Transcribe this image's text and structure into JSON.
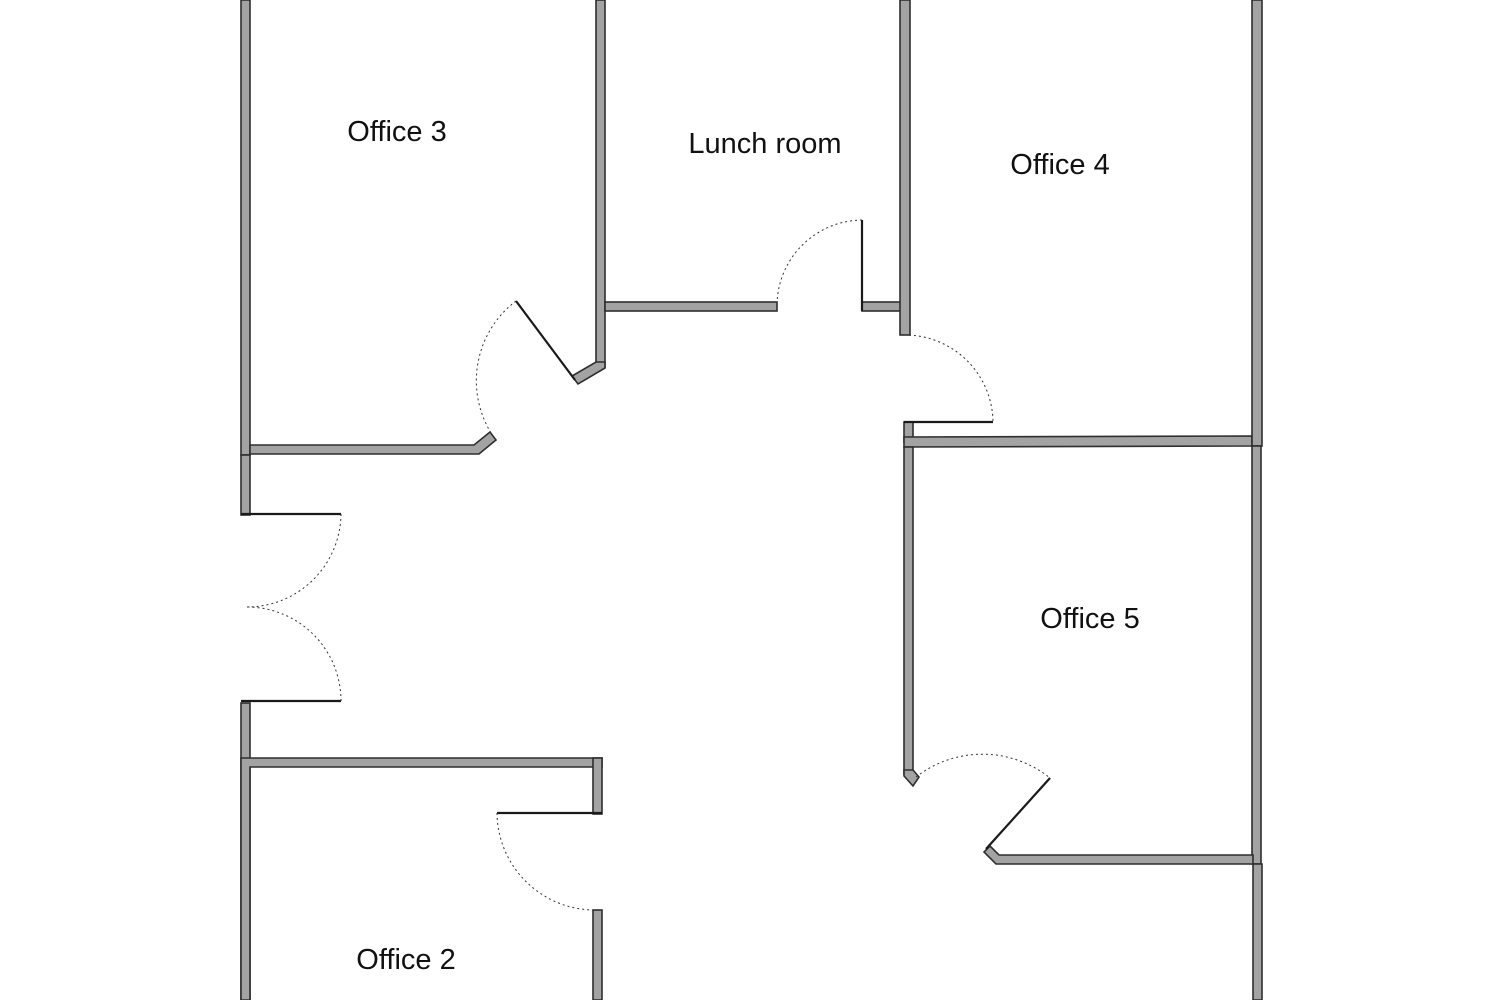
{
  "floorplan": {
    "rooms": {
      "office_3": {
        "label": "Office 3"
      },
      "lunch_room": {
        "label": "Lunch room"
      },
      "office_4": {
        "label": "Office 4"
      },
      "office_5": {
        "label": "Office 5"
      },
      "office_2": {
        "label": "Office 2"
      }
    },
    "colors": {
      "wall_fill": "#a3a3a3",
      "wall_outline": "#2e2e2e",
      "door": "#1a1a1a",
      "background": "#ffffff"
    }
  }
}
